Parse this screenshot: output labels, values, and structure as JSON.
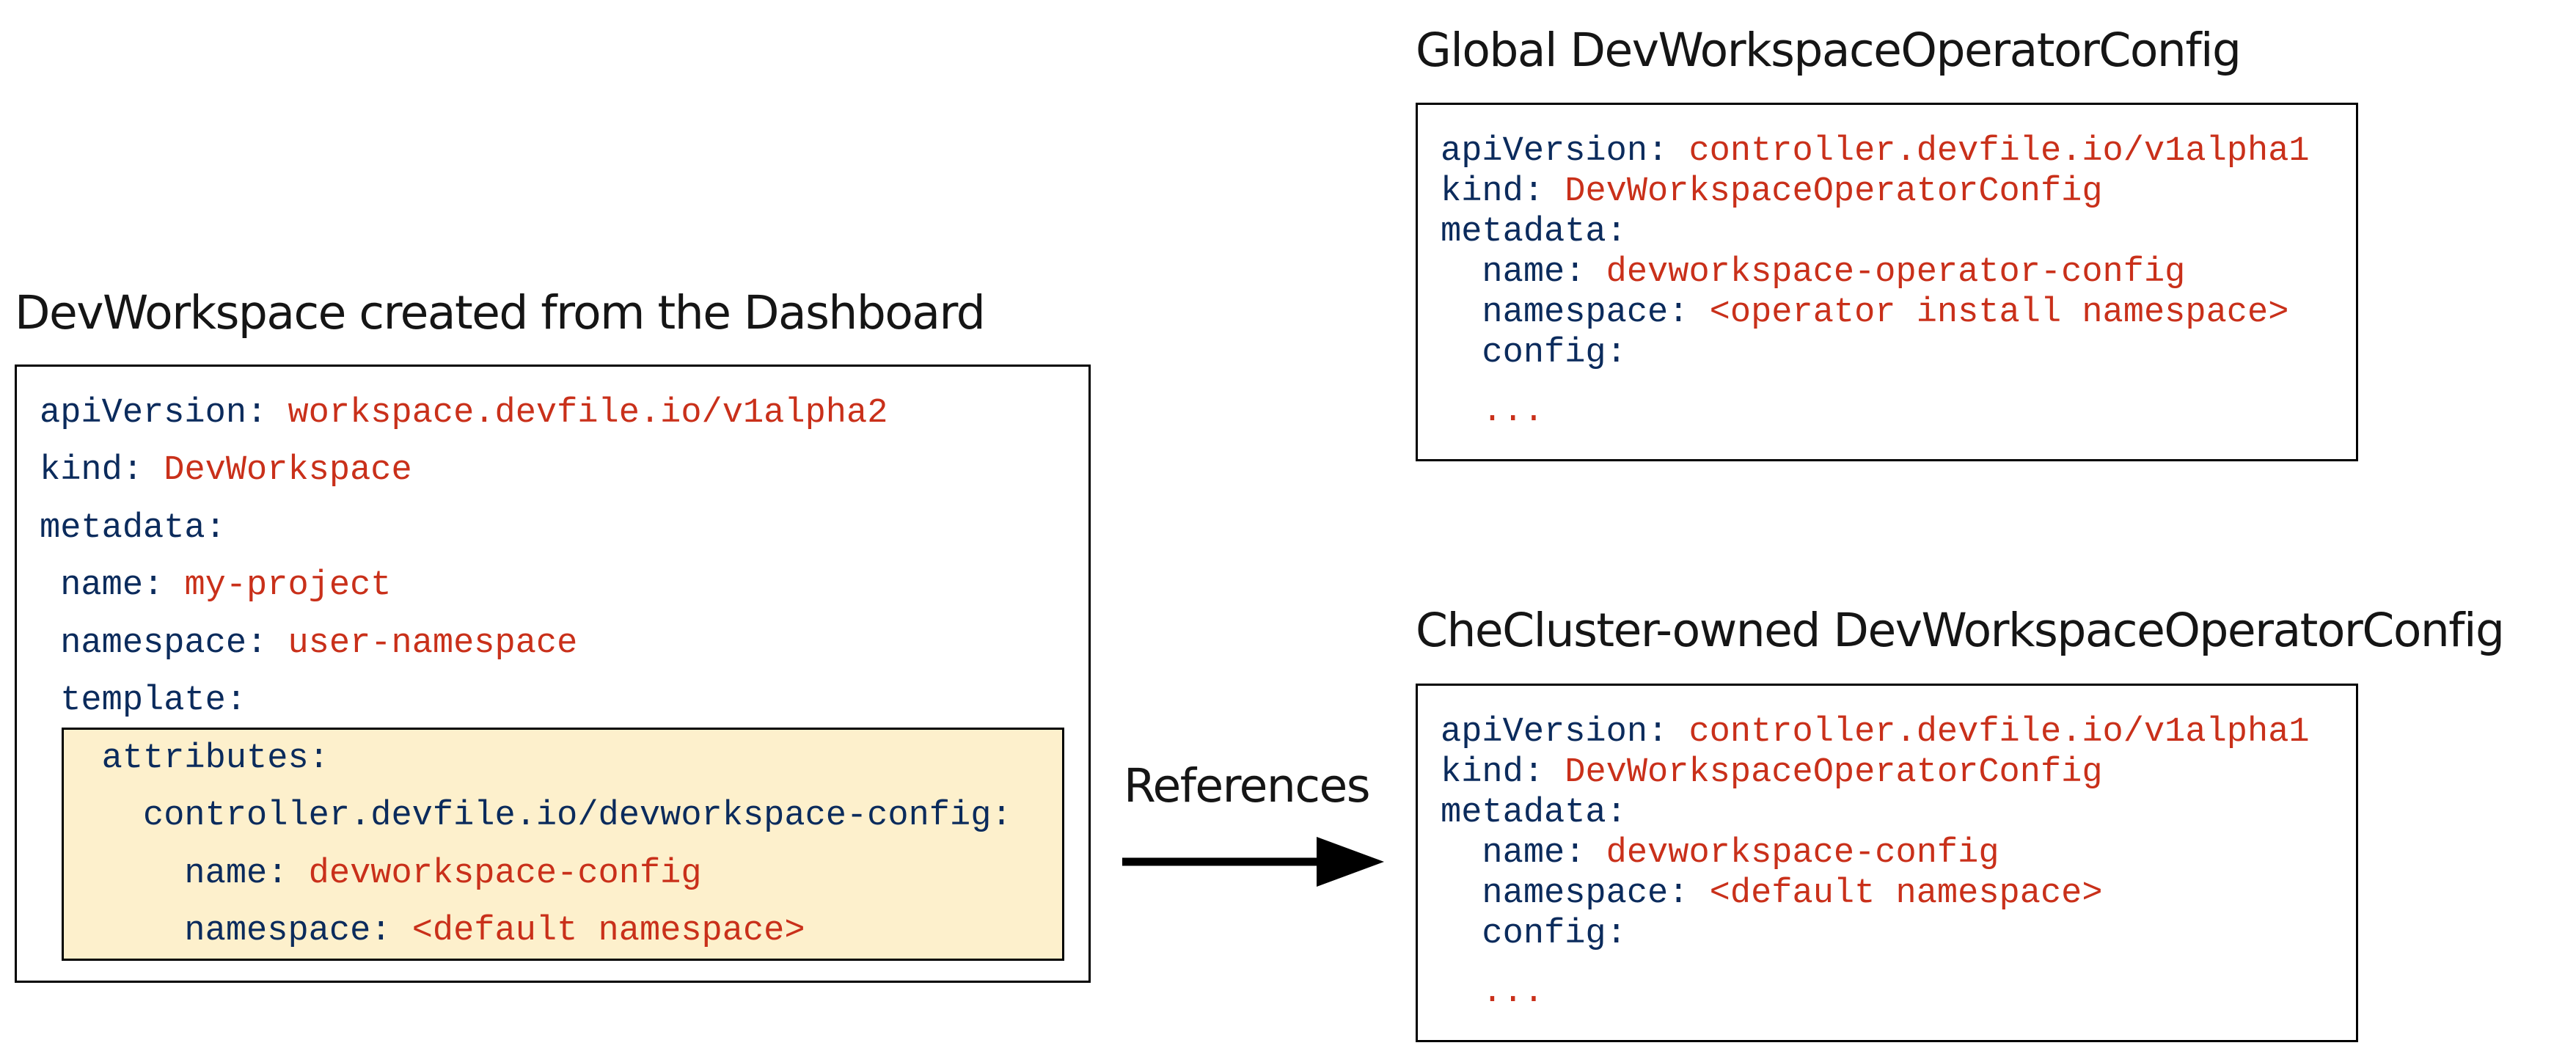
{
  "left_panel": {
    "title": "DevWorkspace created from the Dashboard",
    "lines": [
      {
        "key": "apiVersion: ",
        "value": "workspace.devfile.io/v1alpha2"
      },
      {
        "key": "kind: ",
        "value": "DevWorkspace"
      },
      {
        "key": "metadata:",
        "value": ""
      },
      {
        "key": " name: ",
        "value": "my-project"
      },
      {
        "key": " namespace: ",
        "value": "user-namespace"
      },
      {
        "key": " template:",
        "value": ""
      },
      {
        "key": "   attributes:",
        "value": ""
      },
      {
        "key": "     controller.devfile.io/devworkspace-config:",
        "value": ""
      },
      {
        "key": "       name: ",
        "value": "devworkspace-config"
      },
      {
        "key": "       namespace: ",
        "value": "<default namespace>"
      }
    ]
  },
  "global_config": {
    "title": "Global DevWorkspaceOperatorConfig",
    "lines": [
      {
        "key": "apiVersion: ",
        "value": "controller.devfile.io/v1alpha1"
      },
      {
        "key": "kind: ",
        "value": "DevWorkspaceOperatorConfig"
      },
      {
        "key": "metadata:",
        "value": ""
      },
      {
        "key": "  name: ",
        "value": "devworkspace-operator-config"
      },
      {
        "key": "  namespace: ",
        "value": "<operator install namespace>"
      },
      {
        "key": "  config:",
        "value": ""
      },
      {
        "key": "  ",
        "value": "..."
      }
    ]
  },
  "checluster_config": {
    "title": "CheCluster-owned DevWorkspaceOperatorConfig",
    "lines": [
      {
        "key": "apiVersion: ",
        "value": "controller.devfile.io/v1alpha1"
      },
      {
        "key": "kind: ",
        "value": "DevWorkspaceOperatorConfig"
      },
      {
        "key": "metadata:",
        "value": ""
      },
      {
        "key": "  name: ",
        "value": "devworkspace-config"
      },
      {
        "key": "  namespace: ",
        "value": "<default namespace>"
      },
      {
        "key": "  config:",
        "value": ""
      },
      {
        "key": "  ",
        "value": "..."
      }
    ]
  },
  "arrow": {
    "label": "References"
  },
  "colors": {
    "key": "#0b2b5c",
    "value": "#c9301a",
    "highlight": "#fdf0cc"
  }
}
